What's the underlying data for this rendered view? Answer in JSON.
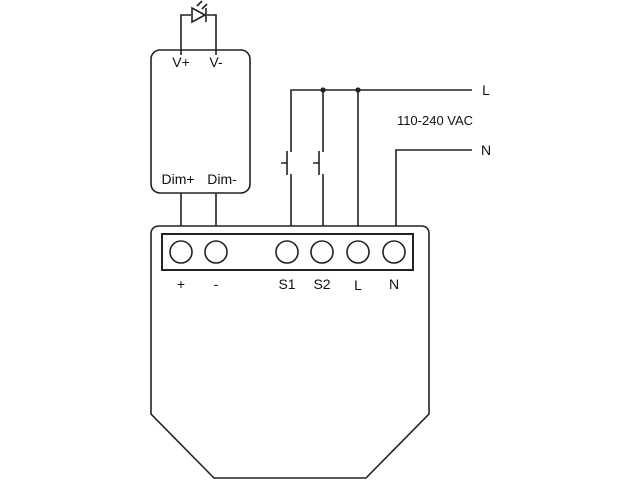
{
  "driver": {
    "v_plus": "V+",
    "v_minus": "V-",
    "dim_plus": "Dim+",
    "dim_minus": "Dim-"
  },
  "device": {
    "terminals": [
      "+",
      "-",
      "S1",
      "S2",
      "L",
      "N"
    ]
  },
  "mains": {
    "line_label": "L",
    "neutral_label": "N",
    "voltage": "110-240 VAC"
  },
  "colors": {
    "stroke": "#222222",
    "background": "#ffffff"
  }
}
